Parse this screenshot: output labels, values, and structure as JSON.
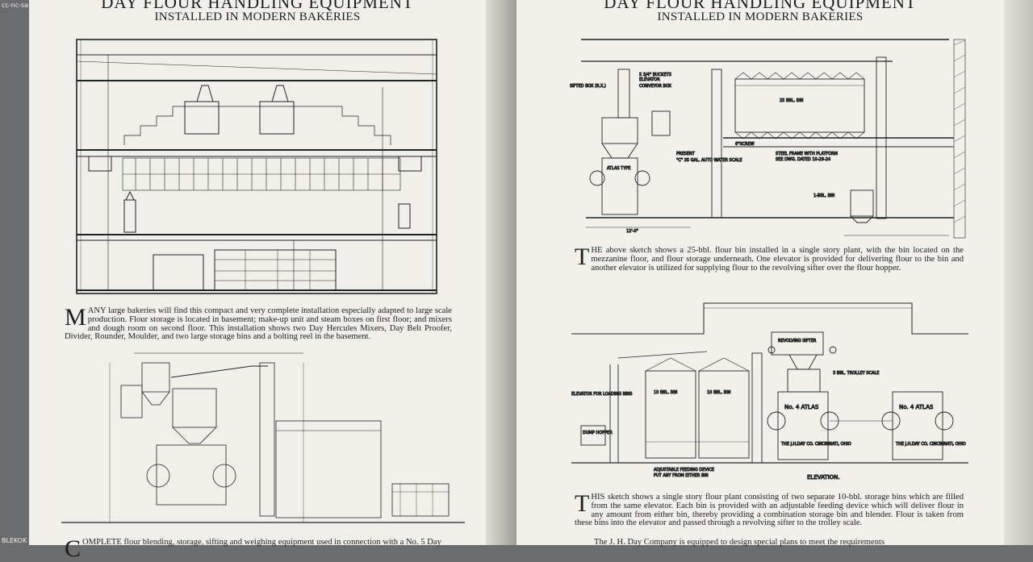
{
  "watermark": {
    "top_left": "cc-nc-sa",
    "bottom_left": "BLEKOK Boy"
  },
  "left_page": {
    "title": "DAY FLOUR HANDLING EQUIPMENT",
    "subtitle": "INSTALLED IN MODERN BAKERIES",
    "para1": {
      "initial": "M",
      "text": "ANY large bakeries will find this compact and very complete installation especially adapted to large scale production. Flour storage is located in basement; make-up unit and steam boxes on first floor; and mixers and dough room on second floor. This installation shows two Day Hercules Mixers, Day Belt Proofer, Divider, Rounder, Moulder, and two large storage bins and a bolting reel in the basement."
    },
    "para2": {
      "initial": "C",
      "text": "OMPLETE flour blending, storage, sifting and weighing equipment used in connection with a No. 5 Day"
    }
  },
  "right_page": {
    "title": "DAY FLOUR HANDLING EQUIPMENT",
    "subtitle": "INSTALLED IN MODERN BAKERIES",
    "para1": {
      "initial": "T",
      "text": "HE above sketch shows a 25-bbl. flour bin installed in a single story plant, with the bin located on the mezzanine floor, and flour storage underneath. One elevator is provided for delivering flour to the bin and another elevator is utilized for supplying flour to the revolving sifter over the flour hopper."
    },
    "para2": {
      "initial": "T",
      "text": "HIS sketch shows a single story flour plant consisting of two separate 10-bbl. storage bins which are filled from the same elevator. Each bin is provided with an adjustable feeding device which will deliver flour in any amount from either bin, thereby providing a combination storage bin and blender. Flour is taken from these bins into the elevator and passed through a revolving sifter to the trolley scale."
    },
    "para3": {
      "text": "The J. H. Day Company is equipped to design special plans to meet the requirements"
    },
    "drawing1_labels": {
      "sifted_box": "SIFTED BOX (R.X.)",
      "buckets": "5 3/4\" BUCKETS",
      "elevator": "ELEVATOR",
      "conveyor_box": "CONVEYOR BOX",
      "bin": "25 BBL. BIN",
      "precent": "PRESENT",
      "scale_note": "\"C\" 35 GAL. AUTO WATER SCALE",
      "steel_frame": "STEEL FRAME WITH PLATFORM",
      "see_dwg": "SEE DWG. DATED 10-29-24",
      "screw": "6\"SCREW",
      "one_bbl_bin": "1-BBL. BIN",
      "atlas_type": "ATLAS TYPE",
      "dimension": "12'-0\""
    },
    "drawing2_labels": {
      "elevator_loading": "ELEVATOR FOR LOADING BINS",
      "bin_a": "10 BBL. BIN",
      "bin_b": "10 BBL. BIN",
      "trolley_scale": "3 BBL. TROLLEY SCALE",
      "revolving_sifter": "REVOLVING SIFTER",
      "dump_hopper": "DUMP HOPPER",
      "feeding_device": "ADJUSTABLE FEEDING DEVICE",
      "feeding_device_2": "PUT ANY FROM EITHER BIN",
      "mixer_a": "No. 4 ATLAS",
      "mixer_b": "No. 4 ATLAS",
      "maker_a": "THE J.H.DAY CO. CINCINNATI, OHIO",
      "maker_b": "THE J.H.DAY CO. CINCINNATI, OHIO",
      "elevation": "ELEVATION."
    }
  },
  "colors": {
    "paper": "#f1efe9",
    "ink": "#1d1d1d",
    "background": "#6b6c6e"
  }
}
